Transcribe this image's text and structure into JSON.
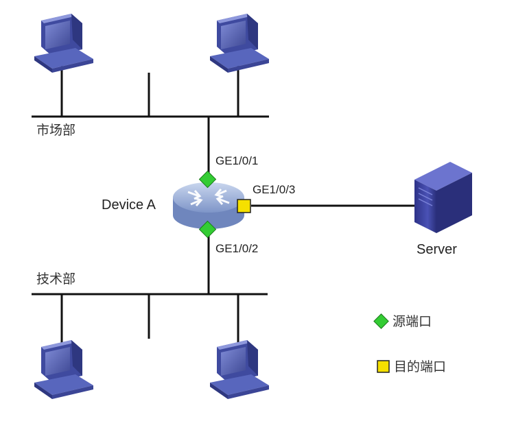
{
  "segments": {
    "top_label": "市场部",
    "bottom_label": "技术部"
  },
  "device": {
    "name": "Device A"
  },
  "ports": {
    "ge1": "GE1/0/1",
    "ge2": "GE1/0/2",
    "ge3": "GE1/0/3"
  },
  "server": {
    "label": "Server"
  },
  "legend": {
    "source_port": "源端口",
    "dest_port": "目的端口"
  },
  "colors": {
    "source_marker": "#33cc33",
    "dest_marker": "#f5e000",
    "computer": "#5a66b8",
    "router": "#9fb3d9",
    "server": "#3a3f9e",
    "line": "#111111"
  }
}
